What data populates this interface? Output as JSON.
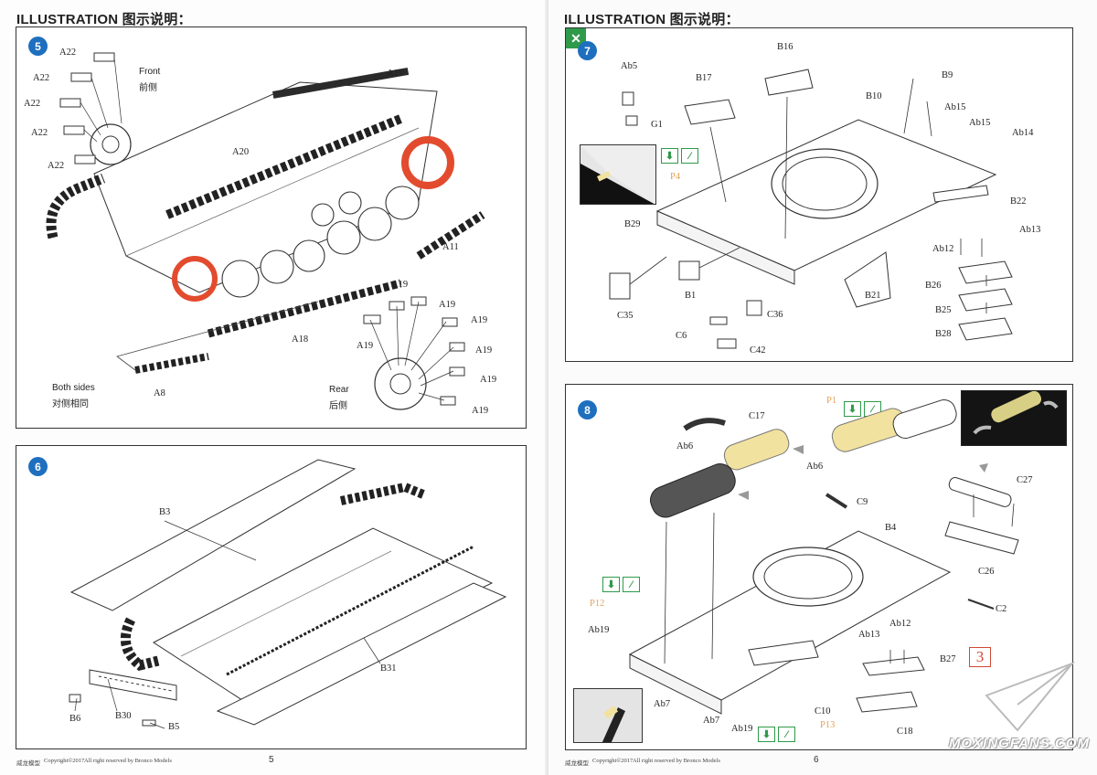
{
  "left_page": {
    "header": "ILLUSTRATION 图示说明：",
    "footer_brand": "威龙模型",
    "footer_copyright": "Copyright©2017",
    "footer_rights": "All right reserved by Bronco Models",
    "page_number": "5",
    "step5": {
      "number": "5",
      "labels": {
        "a22_1": "A22",
        "a22_2": "A22",
        "a22_3": "A22",
        "a22_4": "A22",
        "a22_5": "A22",
        "front_en": "Front",
        "front_cn": "前侧",
        "a11_top": "A11",
        "a20": "A20",
        "a11_right": "A11",
        "a18": "A18",
        "a8": "A8",
        "a19_1": "A19",
        "a19_2": "A19",
        "a19_3": "A19",
        "a19_4": "A19",
        "a19_5": "A19",
        "a19_6": "A19",
        "a19_7": "A19",
        "both_en": "Both sides",
        "both_cn": "对侧相同",
        "rear_en": "Rear",
        "rear_cn": "后侧"
      }
    },
    "step6": {
      "number": "6",
      "labels": {
        "b3": "B3",
        "b31": "B31",
        "b30": "B30",
        "b6": "B6",
        "b5": "B5"
      }
    }
  },
  "right_page": {
    "header": "ILLUSTRATION 图示说明：",
    "footer_brand": "威龙模型",
    "footer_copyright": "Copyright©2017",
    "footer_rights": "All right reserved by Bronco Models",
    "page_number": "6",
    "step7": {
      "number": "7",
      "labels": {
        "ab5": "Ab5",
        "g1": "G1",
        "b17": "B17",
        "b16": "B16",
        "b9": "B9",
        "b10": "B10",
        "ab15_1": "Ab15",
        "ab15_2": "Ab15",
        "ab14": "Ab14",
        "p4": "P4",
        "b22": "B22",
        "b29": "B29",
        "ab13": "Ab13",
        "ab12": "Ab12",
        "b26": "B26",
        "b21": "B21",
        "b1": "B1",
        "c35": "C35",
        "c36": "C36",
        "b25": "B25",
        "c6": "C6",
        "c42": "C42",
        "b28": "B28"
      }
    },
    "step8": {
      "number": "8",
      "labels": {
        "c17": "C17",
        "p1": "P1",
        "ab6_1": "Ab6",
        "ab6_2": "Ab6",
        "c9": "C9",
        "c27": "C27",
        "b4": "B4",
        "c26": "C26",
        "p12": "P12",
        "c2": "C2",
        "ab19_1": "Ab19",
        "ab13": "Ab13",
        "ab12": "Ab12",
        "b27": "B27",
        "ab7_1": "Ab7",
        "ab7_2": "Ab7",
        "ab19_2": "Ab19",
        "c10": "C10",
        "p13": "P13",
        "c18": "C18"
      }
    },
    "page_mark": "3",
    "watermark": "MOXINGFANS.COM"
  },
  "icons": {
    "step_badge_color": "#1f6fbf",
    "etch_highlight_color": "#e34b2e",
    "glue_icon_color": "#2e9a4a",
    "photo_etch_label_color": "#e0a25a",
    "mesh_yellow": "#f1e2a0"
  }
}
